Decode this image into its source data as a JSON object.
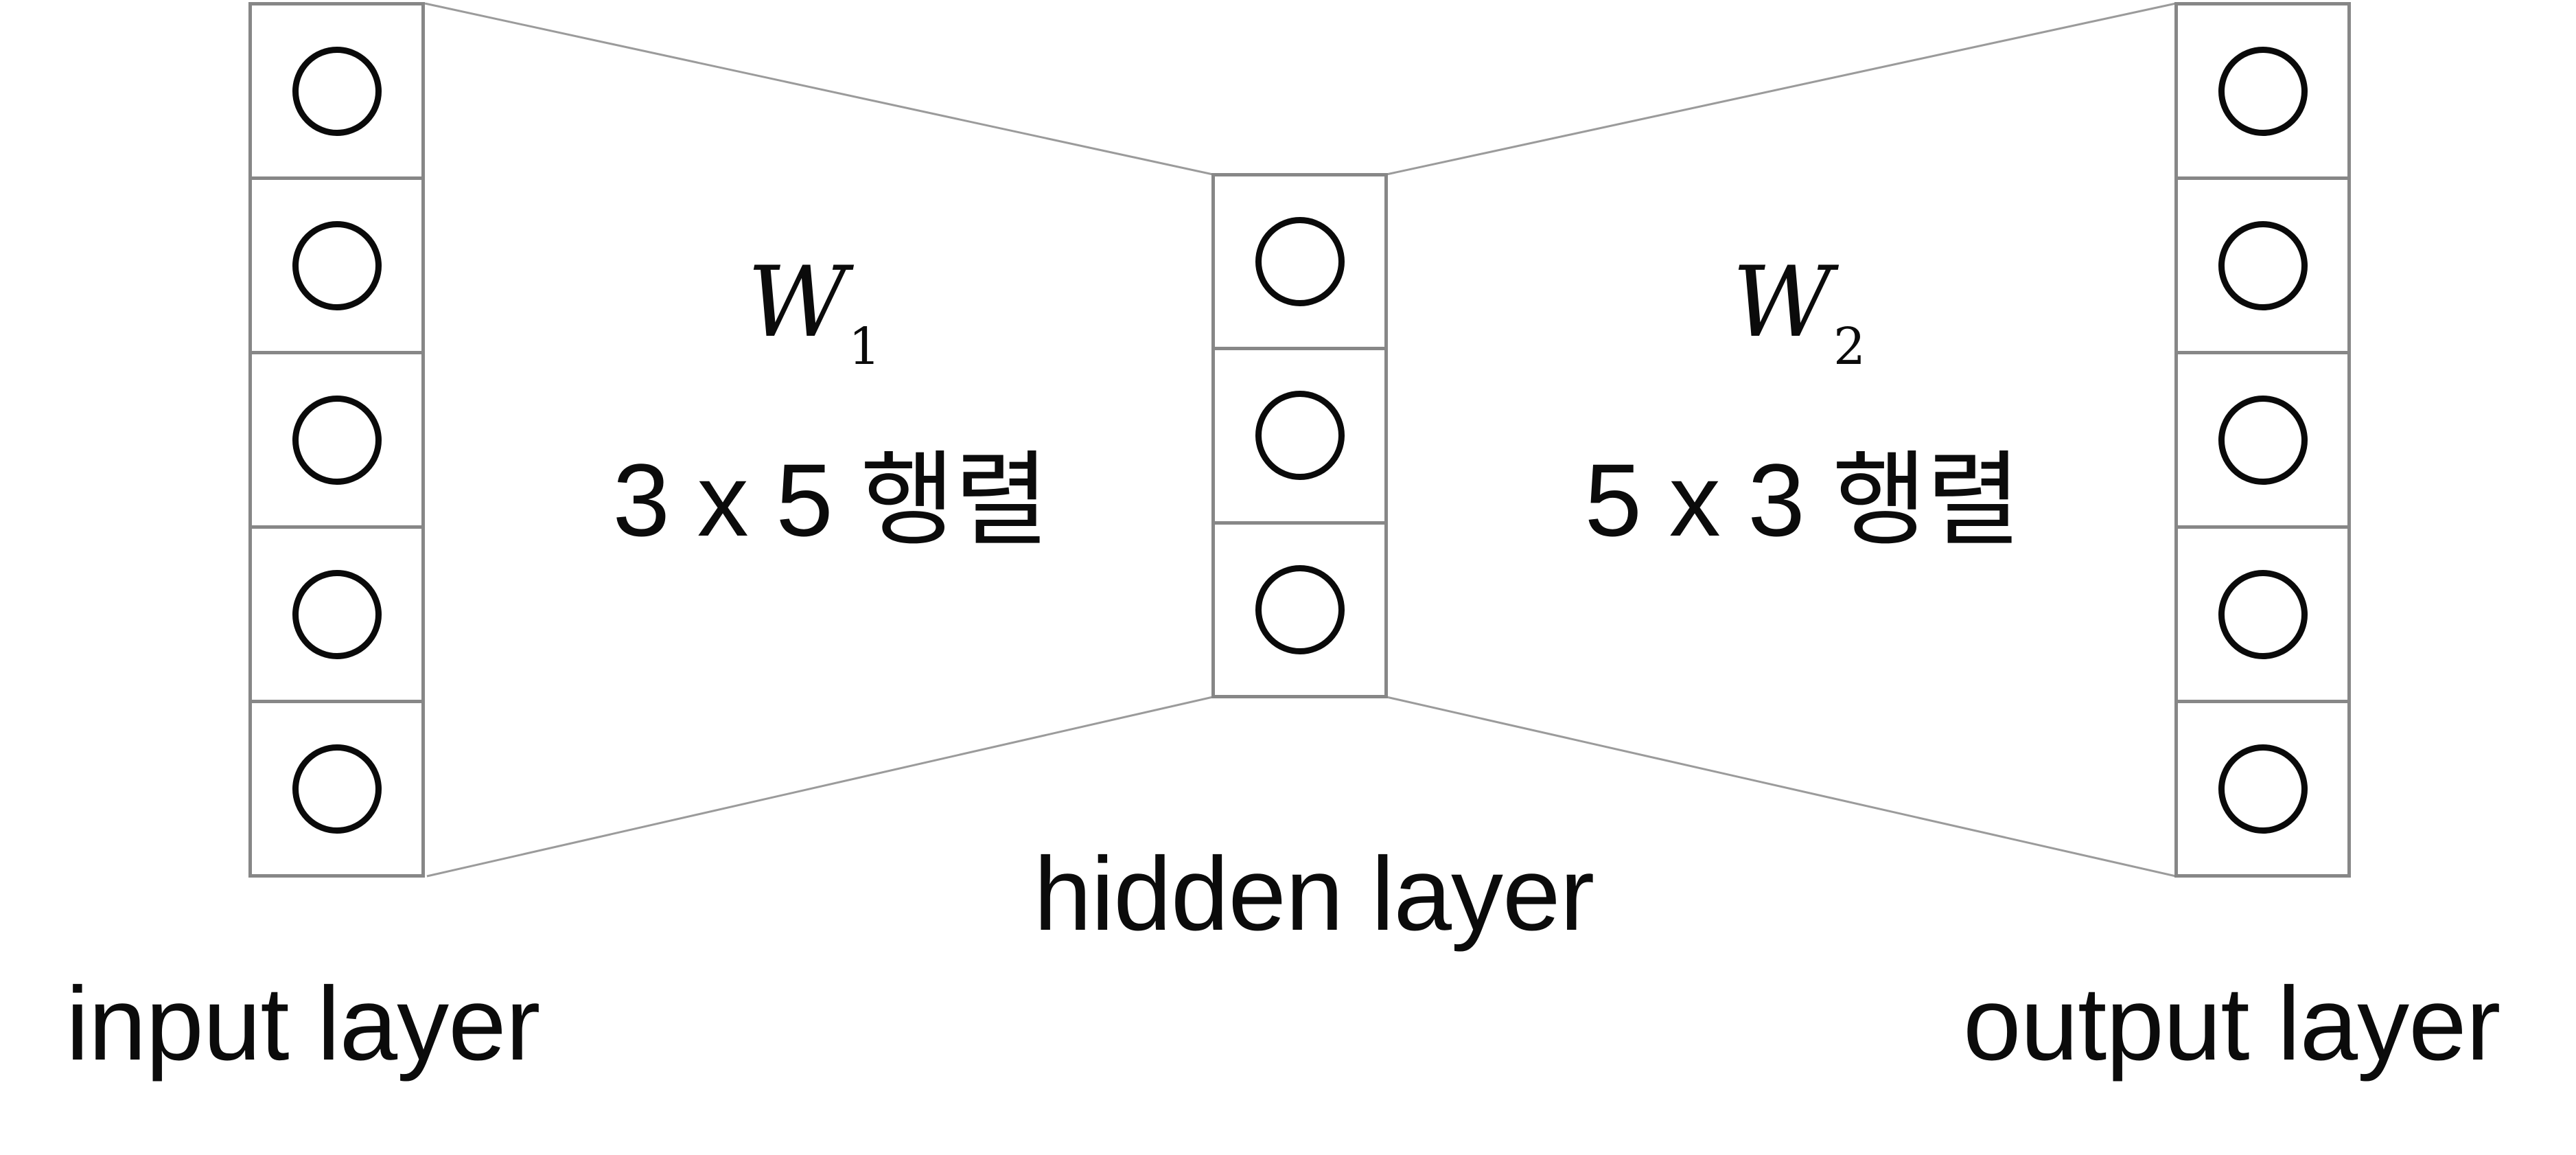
{
  "diagram": {
    "title_implicit": "autoencoder-style neural network",
    "layers": [
      {
        "id": "input",
        "label": "input layer",
        "nodes": 5
      },
      {
        "id": "hidden",
        "label": "hidden layer",
        "nodes": 3
      },
      {
        "id": "output",
        "label": "output layer",
        "nodes": 5
      }
    ],
    "weights": [
      {
        "symbol": "W",
        "subscript": "1",
        "matrix_size": "3 x 5 행렬"
      },
      {
        "symbol": "W",
        "subscript": "2",
        "matrix_size": "5 x 3 행렬"
      }
    ],
    "colors": {
      "background": "#ffffff",
      "box_border": "#878787",
      "connector_line": "#9b9b9b",
      "neuron_stroke": "#0a0a0a",
      "text": "#0b0b0b"
    }
  }
}
